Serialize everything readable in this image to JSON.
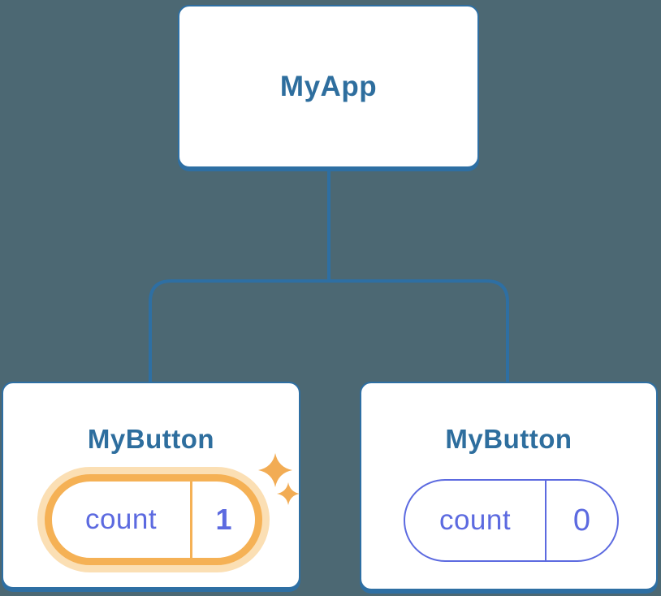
{
  "diagram": {
    "description": "React component tree showing isolated state",
    "background_color": "#4C6873",
    "connector_color": "#2E6FA3",
    "card_border_color": "#2E6FA3",
    "title_text_color": "#2E6E9E",
    "state_text_color": "#5C6AE0",
    "root": {
      "label": "MyApp"
    },
    "children": [
      {
        "label": "MyButton",
        "state": {
          "name": "count",
          "value": "1"
        },
        "highlighted": true,
        "highlight_ring_color": "#F5B155",
        "highlight_glow_color": "#FBDFB4",
        "icon": "sparkles-icon",
        "sparkle_color": "#F2AC54"
      },
      {
        "label": "MyButton",
        "state": {
          "name": "count",
          "value": "0"
        },
        "highlighted": false,
        "pill_border_color": "#5C6AE0"
      }
    ]
  }
}
